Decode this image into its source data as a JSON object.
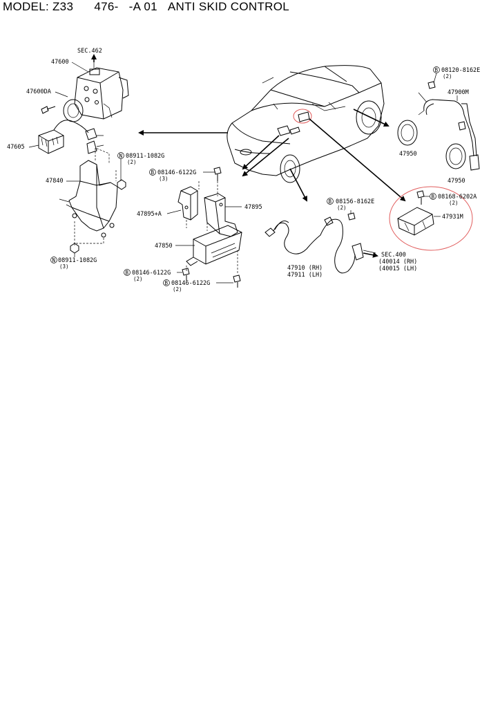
{
  "header": {
    "model": "MODEL: Z33",
    "code": "476-   -A 01",
    "title": "ANTI SKID CONTROL"
  },
  "labels": {
    "sec462": "SEC.462",
    "p47600": "47600",
    "p47600da": "47600DA",
    "p47605": "47605",
    "p47840": "47840",
    "n08911a": "08911-1082G",
    "n08911a_qty": "(2)",
    "n08911b": "08911-1082G",
    "n08911b_qty": "(3)",
    "b08146a": "08146-6122G",
    "b08146a_qty": "(3)",
    "p47895a": "47895+A",
    "p47895": "47895",
    "p47850": "47850",
    "b08146b": "08146-6122G",
    "b08146b_qty": "(2)",
    "b08146c": "08146-6122G",
    "b08146c_qty": "(2)",
    "b08156": "08156-8162E",
    "b08156_qty": "(2)",
    "p47910": "47910 (RH)",
    "p47911": "47911 (LH)",
    "sec400": "SEC.400",
    "p40014": "(40014 (RH)",
    "p40015": "(40015 (LH)",
    "b08120": "08120-8162E",
    "b08120_qty": "(2)",
    "p47900m": "47900M",
    "p47950a": "47950",
    "p47950b": "47950",
    "b08168": "08168-6202A",
    "b08168_qty": "(2)",
    "p47931m": "47931M",
    "n_mark": "N",
    "b_mark": "B"
  },
  "colors": {
    "highlight_circle": "#e05a5a"
  }
}
